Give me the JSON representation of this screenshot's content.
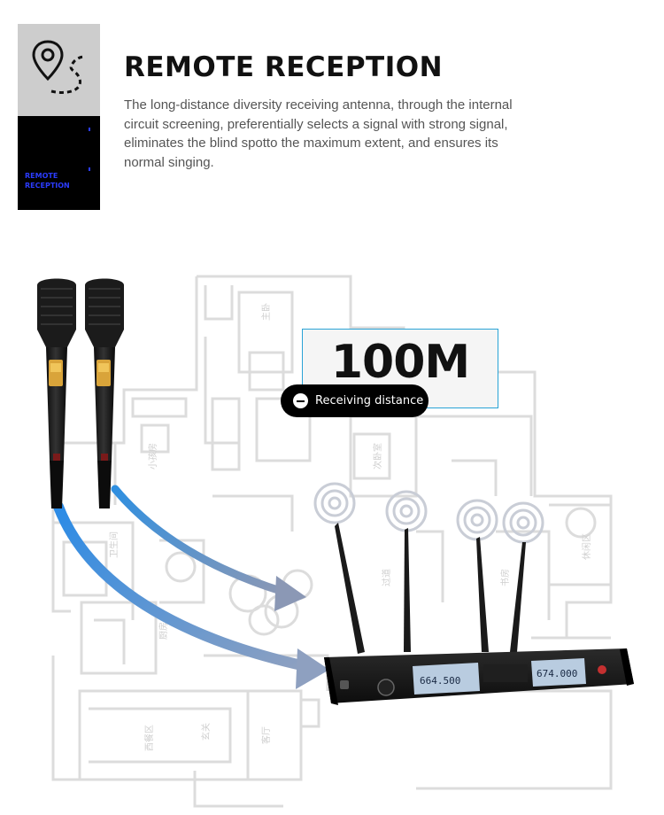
{
  "feature": {
    "icon": "map-pin-route-icon",
    "card_label": "REMOTE\nRECEPTION",
    "title": "REMOTE RECEPTION",
    "description": "The long-distance diversity receiving antenna, through the internal circuit screening, preferentially selects a signal with strong signal, eliminates the blind spotto the maximum extent, and ensures its normal singing."
  },
  "distance": {
    "value": "100M",
    "label": "Receiving distance",
    "icon": "minus-circle-icon"
  },
  "receiver": {
    "display_left": "664.500",
    "display_right": "674.000"
  },
  "colors": {
    "accent_blue": "#2b3cff",
    "arrow_blue": "#2f8fe0",
    "border_cyan": "#29a3d6"
  }
}
